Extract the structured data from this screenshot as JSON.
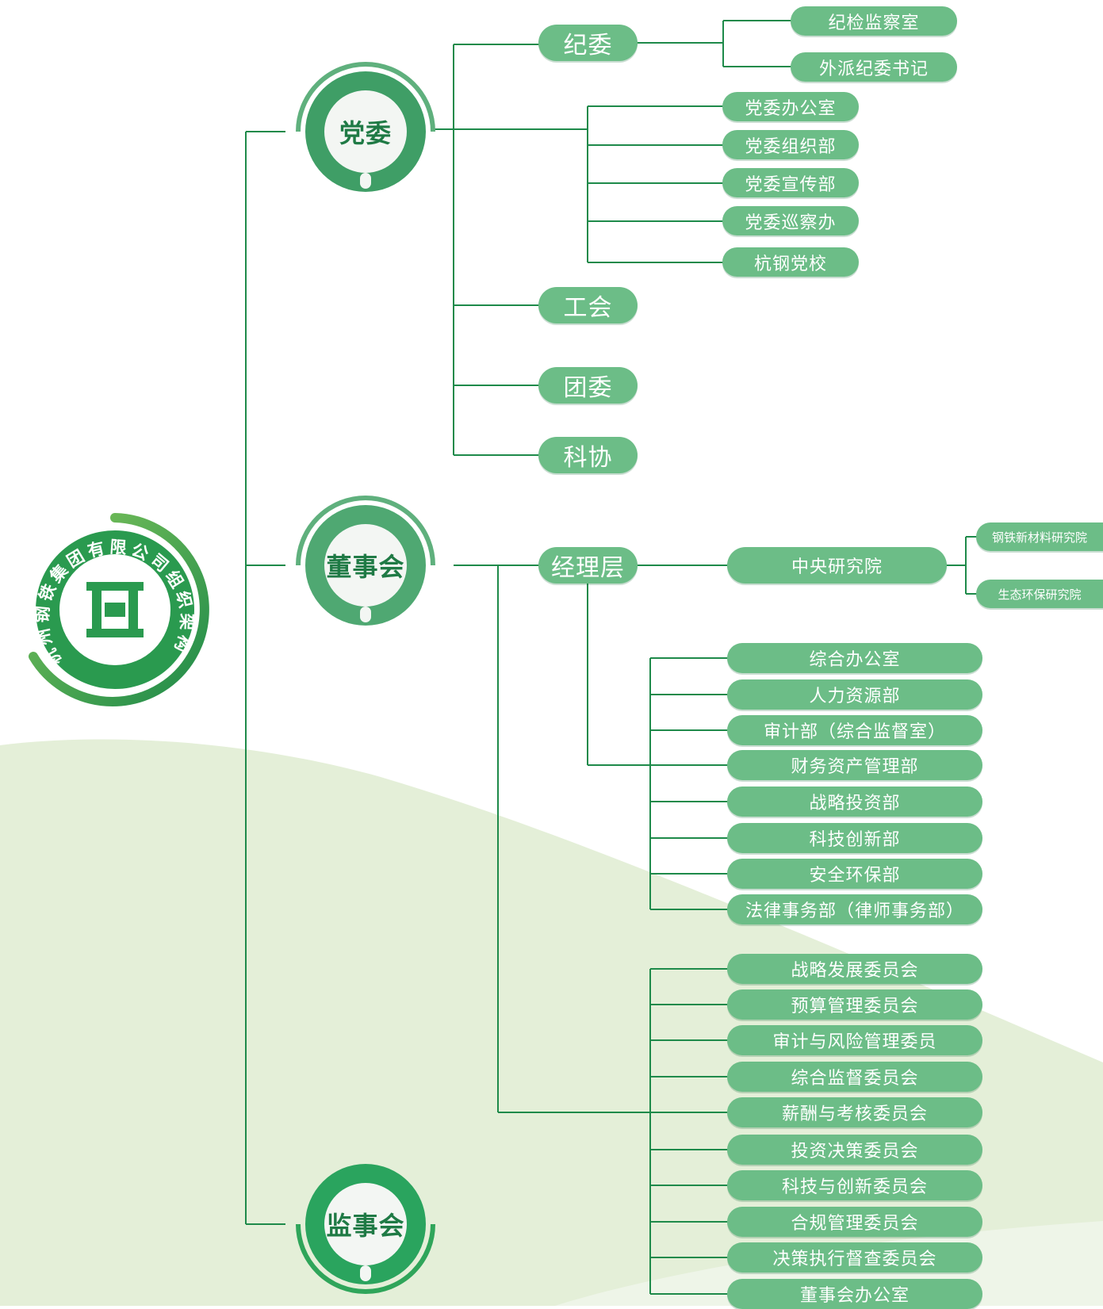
{
  "company": {
    "name_ring": "杭州钢铁集团有限公司组织架构图",
    "logo_mark": "杭钢"
  },
  "colors": {
    "pill": "#6cbd87",
    "line": "#1e8a4a",
    "hub_text": "#1f7a45",
    "background_wave": "#e4efd8"
  },
  "hubs": {
    "party": "党委",
    "board": "董事会",
    "supervisory": "监事会"
  },
  "party": {
    "discipline": {
      "label": "纪委",
      "children": [
        "纪检监察室",
        "外派纪委书记"
      ]
    },
    "offices": [
      "党委办公室",
      "党委组织部",
      "党委宣传部",
      "党委巡察办",
      "杭钢党校"
    ],
    "union": "工会",
    "youth_league": "团委",
    "science_assoc": "科协"
  },
  "board": {
    "management": {
      "label": "经理层",
      "research": {
        "label": "中央研究院",
        "children": [
          "钢铁新材料研究院",
          "生态环保研究院"
        ]
      },
      "departments": [
        "综合办公室",
        "人力资源部",
        "审计部（综合监督室）",
        "财务资产管理部",
        "战略投资部",
        "科技创新部",
        "安全环保部",
        "法律事务部（律师事务部）"
      ]
    },
    "committees": [
      "战略发展委员会",
      "预算管理委员会",
      "审计与风险管理委员",
      "综合监督委员会",
      "薪酬与考核委员会",
      "投资决策委员会",
      "科技与创新委员会",
      "合规管理委员会",
      "决策执行督查委员会",
      "董事会办公室"
    ]
  }
}
